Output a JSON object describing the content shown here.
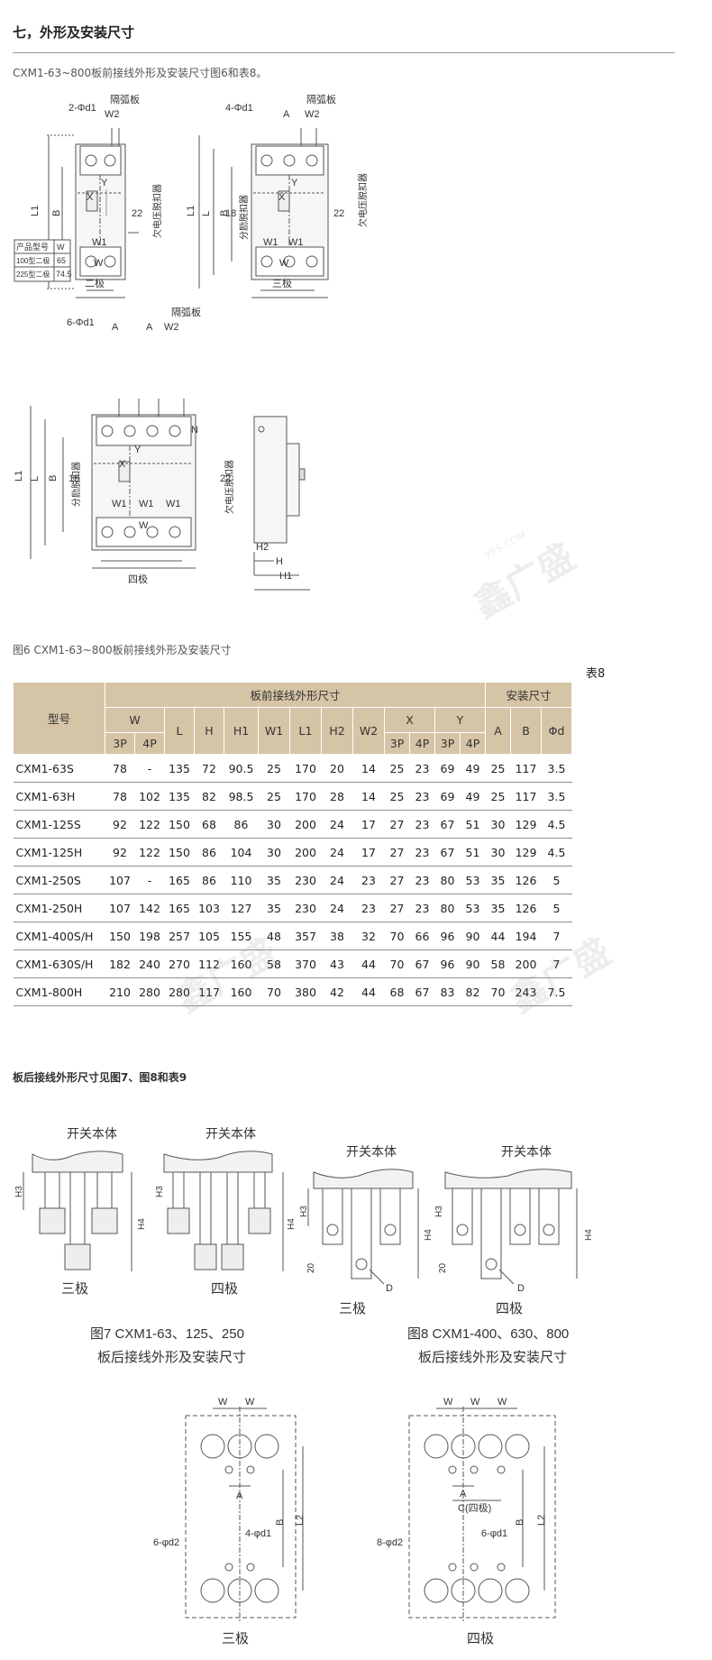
{
  "section_title": "七，外形及安装尺寸",
  "intro": "CXM1-63~800板前接线外形及安装尺寸图6和表8。",
  "fig6": {
    "caption": "图6 CXM1-63~800板前接线外形及安装尺寸",
    "two_pole": {
      "name": "二极",
      "dims": {
        "d1": "2-Φd1",
        "w2": "W2",
        "arc": "隔弧板",
        "l1": "L1",
        "b": "B",
        "x": "X",
        "y": "Y",
        "w1": "W1",
        "w": "W",
        "d22": "22",
        "uv": "欠电压脱扣器"
      },
      "legend": {
        "header": [
          "产品型号",
          "W"
        ],
        "rows": [
          [
            "100型二极",
            "65"
          ],
          [
            "225型二极",
            "74.5"
          ]
        ]
      }
    },
    "three_pole": {
      "name": "三极",
      "dims": {
        "d1": "4-Φd1",
        "a": "A",
        "w2": "W2",
        "arc": "隔弧板",
        "l1": "L1",
        "l": "L",
        "b": "B",
        "x": "X",
        "y": "Y",
        "w1a": "W1",
        "w1b": "W1",
        "w": "W",
        "d18": "18",
        "d22": "22",
        "shunt": "分励脱扣器",
        "uv": "欠电压脱扣器"
      }
    },
    "four_pole": {
      "name": "四极",
      "dims": {
        "d1": "6-Φd1",
        "a1": "A",
        "a2": "A",
        "w2": "W2",
        "arc": "隔弧板",
        "l1": "L1",
        "l": "L",
        "b": "B",
        "x": "X",
        "y": "Y",
        "n": "N",
        "w1a": "W1",
        "w1b": "W1",
        "w1c": "W1",
        "w": "W",
        "d18": "18",
        "d22": "22",
        "shunt": "分励脱扣器",
        "uv": "欠电压脱扣器"
      }
    },
    "side_view": {
      "dims": {
        "h2": "H2",
        "h": "H",
        "h1": "H1"
      }
    }
  },
  "table8": {
    "label": "表8",
    "header": {
      "model": "型号",
      "front_group": "板前接线外形尺寸",
      "install_group": "安装尺寸",
      "w": "W",
      "x": "X",
      "y": "Y",
      "sub3p": "3P",
      "sub4p": "4P",
      "cols_single": [
        "L",
        "H",
        "H1",
        "W1",
        "L1",
        "H2",
        "W2"
      ],
      "install_cols": [
        "A",
        "B",
        "Φd"
      ]
    },
    "rows": [
      [
        "CXM1-63S",
        "78",
        "-",
        "135",
        "72",
        "90.5",
        "25",
        "170",
        "20",
        "14",
        "25",
        "23",
        "69",
        "49",
        "25",
        "117",
        "3.5"
      ],
      [
        "CXM1-63H",
        "78",
        "102",
        "135",
        "82",
        "98.5",
        "25",
        "170",
        "28",
        "14",
        "25",
        "23",
        "69",
        "49",
        "25",
        "117",
        "3.5"
      ],
      [
        "CXM1-125S",
        "92",
        "122",
        "150",
        "68",
        "86",
        "30",
        "200",
        "24",
        "17",
        "27",
        "23",
        "67",
        "51",
        "30",
        "129",
        "4.5"
      ],
      [
        "CXM1-125H",
        "92",
        "122",
        "150",
        "86",
        "104",
        "30",
        "200",
        "24",
        "17",
        "27",
        "23",
        "67",
        "51",
        "30",
        "129",
        "4.5"
      ],
      [
        "CXM1-250S",
        "107",
        "-",
        "165",
        "86",
        "110",
        "35",
        "230",
        "24",
        "23",
        "27",
        "23",
        "80",
        "53",
        "35",
        "126",
        "5"
      ],
      [
        "CXM1-250H",
        "107",
        "142",
        "165",
        "103",
        "127",
        "35",
        "230",
        "24",
        "23",
        "27",
        "23",
        "80",
        "53",
        "35",
        "126",
        "5"
      ],
      [
        "CXM1-400S/H",
        "150",
        "198",
        "257",
        "105",
        "155",
        "48",
        "357",
        "38",
        "32",
        "70",
        "66",
        "96",
        "90",
        "44",
        "194",
        "7"
      ],
      [
        "CXM1-630S/H",
        "182",
        "240",
        "270",
        "112",
        "160",
        "58",
        "370",
        "43",
        "44",
        "70",
        "67",
        "96",
        "90",
        "58",
        "200",
        "7"
      ],
      [
        "CXM1-800H",
        "210",
        "280",
        "280",
        "117",
        "160",
        "70",
        "380",
        "42",
        "44",
        "68",
        "67",
        "83",
        "82",
        "70",
        "243",
        "7.5"
      ]
    ]
  },
  "rear_note": "板后接线外形尺寸见图7、图8和表9",
  "fig7": {
    "caption_line1": "图7 CXM1-63、125、250",
    "caption_line2": "板后接线外形及安装尺寸",
    "three": {
      "body": "开关本体",
      "h3": "H3",
      "h4": "H4",
      "name": "三极"
    },
    "four": {
      "body": "开关本体",
      "h3": "H3",
      "h4": "H4",
      "name": "四极"
    }
  },
  "fig8": {
    "caption_line1": "图8 CXM1-400、630、800",
    "caption_line2": "板后接线外形及安装尺寸",
    "three": {
      "body": "开关本体",
      "h3": "H3",
      "h4": "H4",
      "d20": "20",
      "d": "D",
      "name": "三极"
    },
    "four": {
      "body": "开关本体",
      "h3": "H3",
      "h4": "H4",
      "d20": "20",
      "d": "D",
      "name": "四极"
    }
  },
  "cutout": {
    "three": {
      "w1": "W",
      "w2": "W",
      "a": "A",
      "b": "B",
      "l2": "L2",
      "d2": "6-φd2",
      "d1": "4-φd1",
      "name": "三极"
    },
    "four": {
      "w1": "W",
      "w2": "W",
      "w3": "W",
      "a": "A",
      "c": "C(四极)",
      "b": "B",
      "l2": "L2",
      "d2": "8-φd2",
      "d1": "6-φd1",
      "name": "四极"
    }
  },
  "watermark": {
    "text": "鑫广盛",
    "sub": "XFS.COM"
  }
}
